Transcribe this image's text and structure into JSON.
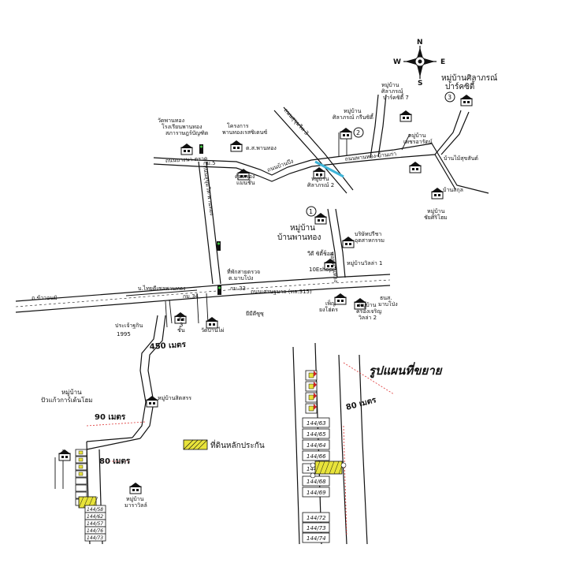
{
  "compass": {
    "n": "N",
    "s": "S",
    "e": "E",
    "w": "W"
  },
  "title": "รูปแผนที่ขยาย",
  "legend": {
    "label": "ที่ดินหลักประกัน",
    "color": "#e8e33a"
  },
  "distances": {
    "d450": "450 เมตร",
    "d90": "90 เมตร",
    "d80a": "80 เมตร",
    "d80b": "80 เมตร"
  },
  "markers": [
    "1",
    "2",
    "3"
  ],
  "places": {
    "silakorn_park": [
      "หมู่บ้านศิลาภรณ์",
      "ปาร์คซิตี้"
    ],
    "wat_phanthong": [
      "วัดพานทอง",
      "โรงเรียนพานทอง",
      "สภาราษฎร์บัญฑิต"
    ],
    "project_phanthong": [
      "โครงการ",
      "พานทองเรสซิเดนซ์"
    ],
    "sat_phanthong": "ต.ส.พานทอง",
    "khum_sarong": [
      "คุ้มครอง",
      "แมนชั่น"
    ],
    "km5": "กม.5",
    "silakorn7": [
      "หมู่บ้าน",
      "ศิลาภรณ์",
      "ปาร์คซิตี้ 7"
    ],
    "silakorn_green": [
      "หมู่บ้าน",
      "ศิลาภรณ์ กรีนซิตี้"
    ],
    "silakorn2": [
      "หมู่บ้าน",
      "ศิลาภรณ์ 2"
    ],
    "petch_ram": [
      "หมู่บ้าน",
      "เพชรอารัตน์"
    ],
    "ban_phanthong_main": [
      "หมู่บ้าน",
      "บ้านพานทอง"
    ],
    "mai_sunsuk": "บ้านไม้สุขสันต์",
    "baan_sak": "บ้านสกุล",
    "village_right": [
      "หมู่บ้าน",
      "ชัยศิริโฮม"
    ],
    "company": [
      "บริษัทปรีชา",
      "อุตสาหกรรม"
    ],
    "villa_city": "วีดี ซิตี้ช็อป",
    "shop": "10Eshop",
    "plaza_1": "หมู่บ้านวิลล่า 1",
    "police": [
      "ที่พักสายตรวจ",
      "ต.มาบโป่ง"
    ],
    "km33": "กม.33",
    "km34": "กม.34",
    "main_road": "ถนนเศรษฐบาล (ทล.315)",
    "left_road": "บ.ไทยดีเซลพานทอง",
    "sameet": "ถ.ข้าวอนมิ",
    "kiosk": [
      "ตึก",
      "3",
      "ชั้น"
    ],
    "wat_ban": "วัดบ้านไผ่",
    "prachaya": [
      "ประเจ้าฐกิน",
      "1995"
    ],
    "ban_rai": "ยีมีดีซูซุ",
    "villa2": [
      "หมู่บ้าน",
      "ครองเจริญ",
      "วิลล่า 2"
    ],
    "phet_home": [
      "เพ็ญ",
      "ยงโฮ่ดร"
    ],
    "thai_pnt": [
      "ธนส.",
      "มาบโป่ง"
    ],
    "village_wan": [
      "หมู่บ้าน",
      "ปัวแก้วการ์เด้นโฮม"
    ],
    "village_sitsa": "หมู่บ้านสิตสรร",
    "village_mawin": [
      "หมู่บ้าน",
      "มาราวิลล์"
    ],
    "road_north": "ถนนบางนา-ตราด",
    "road_mid": "ถนนพานทอง-บ้านเก่า",
    "road_mid2": "ถนนบ้านบึง",
    "road_vert": "ถนนสุขุมวิท-พานทอง",
    "road_sakorn": "ถนนสุขุมวิท 3",
    "ssoi": "ซอยพานทอง"
  },
  "plots_detail": [
    "144/63",
    "144/65",
    "144/64",
    "144/66",
    "144/67",
    "144/68",
    "144/69",
    "144/72",
    "144/73",
    "144/74"
  ],
  "plots_left": [
    "144/58",
    "144/62",
    "144/57",
    "144/76",
    "144/73"
  ]
}
